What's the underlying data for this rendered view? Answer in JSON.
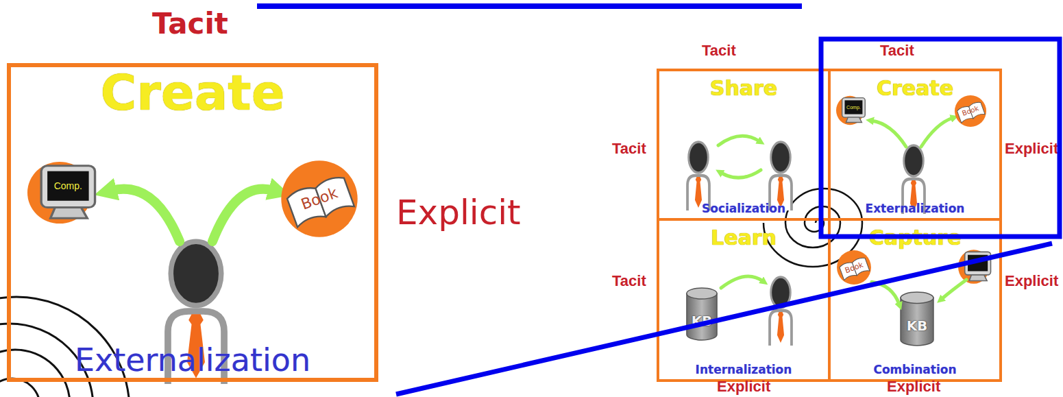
{
  "diagram": {
    "nodes": [
      {
        "text": [
          "Create",
          "Externalization"
        ]
      },
      {
        "text": [
          "Comp."
        ],
        "in": 0
      },
      {
        "text": [
          "Book"
        ],
        "in": 0
      },
      {
        "text": [
          "Share",
          "Socialization"
        ]
      },
      {
        "text": [
          "Create",
          "Externalization"
        ]
      },
      {
        "text": [
          "Comp."
        ],
        "in": 4
      },
      {
        "text": [
          "Book"
        ],
        "in": 4
      },
      {
        "text": [
          "Learn",
          "Internalization"
        ]
      },
      {
        "text": [
          "KB"
        ],
        "in": 7
      },
      {
        "text": [
          "Capture",
          "Combination"
        ]
      },
      {
        "text": [
          "Book"
        ],
        "in": 9
      },
      {
        "text": [
          "KB"
        ],
        "in": 9
      }
    ],
    "edges": [
      {
        "from": 10,
        "to": 11,
        "arrow": "to"
      }
    ],
    "labels": [
      "Tacit",
      "Explicit",
      "Tacit",
      "Tacit",
      "Tacit",
      "Explicit",
      "Tacit",
      "Explicit",
      "Explicit",
      "Explicit"
    ]
  }
}
